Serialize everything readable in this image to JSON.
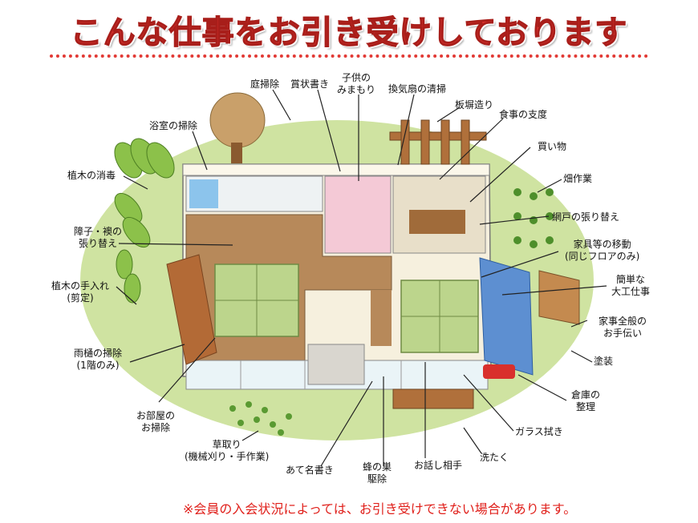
{
  "title": "こんな仕事をお引き受けしております",
  "note": "※会員の入会状況によっては、お引き受けできない場合があります。",
  "labels": {
    "niwa_souji": "庭掃除",
    "shoujou_gaki": "賞状書き",
    "kodomo_1": "子供の",
    "kodomo_2": "みまもり",
    "kankisen": "換気扇の清掃",
    "itabei": "板塀造り",
    "yokushitsu": "浴室の掃除",
    "shokuji": "食事の支度",
    "kaimono": "買い物",
    "shodoku": "植木の消毒",
    "hatake": "畑作業",
    "amido": "網戸の張り替え",
    "shouji_1": "障子・襖の",
    "shouji_2": "張り替え",
    "kagu_1": "家具等の移動",
    "kagu_2": "(同じフロアのみ)",
    "teire_1": "植木の手入れ",
    "teire_2": "(剪定)",
    "daiku_1": "簡単な",
    "daiku_2": "大工仕事",
    "kaji_1": "家事全般の",
    "kaji_2": "お手伝い",
    "amadoi_1": "雨樋の掃除",
    "amadoi_2": "(1階のみ)",
    "tosou": "塗装",
    "souko_1": "倉庫の",
    "souko_2": "整理",
    "heya_1": "お部屋の",
    "heya_2": "お掃除",
    "glass": "ガラス拭き",
    "kusatori_1": "草取り",
    "kusatori_2": "(機械刈り・手作業)",
    "sentaku": "洗たく",
    "atena": "あて名書き",
    "hachi_1": "蜂の巣",
    "hachi_2": "駆除",
    "ohanashi": "お話し相手"
  },
  "colors": {
    "title_red": "#d9302c",
    "lawn": "#cfe3a1",
    "wall": "#fbf7ea",
    "floor": "#b7895a",
    "tatami": "#bcd58c",
    "roof_blue": "#5d8fd1",
    "kitchen_floor": "#e8dfc9",
    "kids_room": "#f4c9d6"
  }
}
